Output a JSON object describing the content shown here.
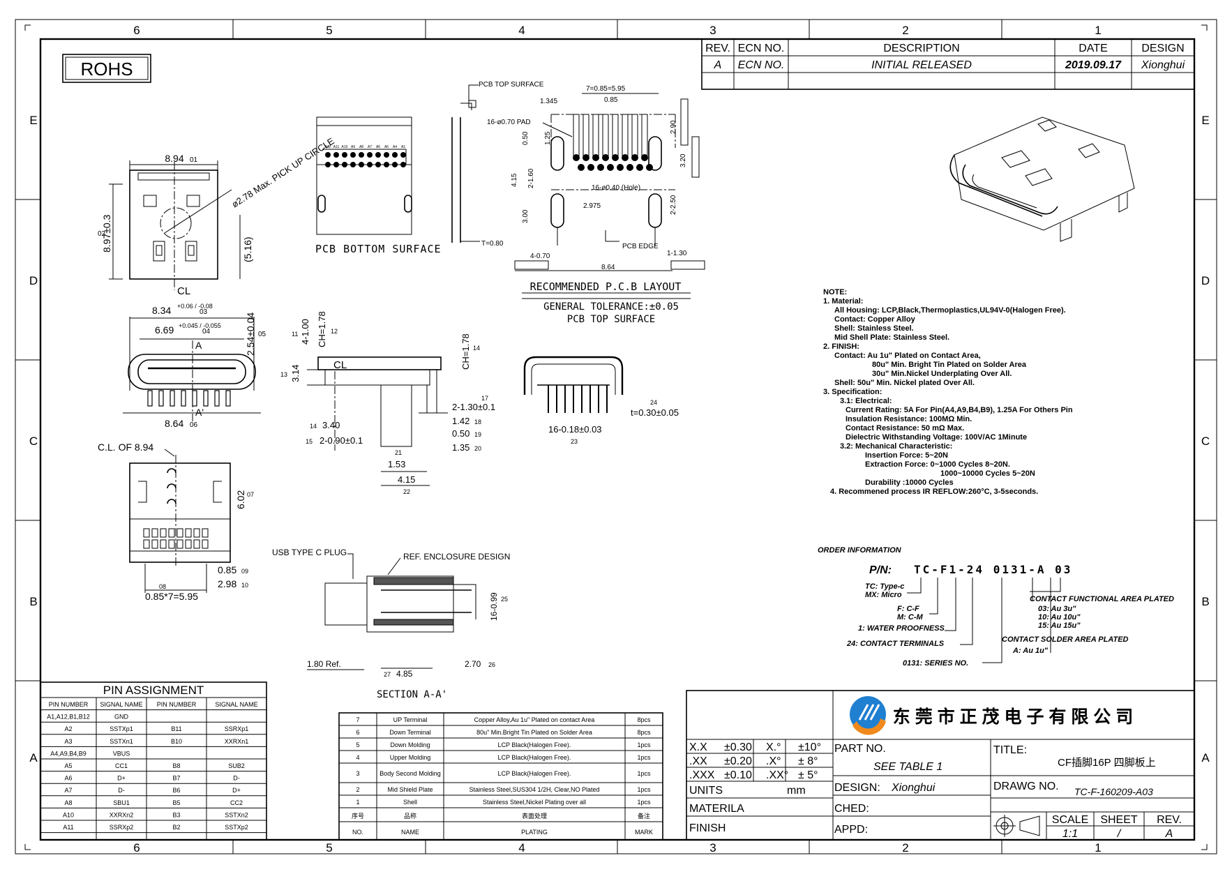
{
  "zones": {
    "columns": [
      "6",
      "5",
      "4",
      "3",
      "2",
      "1"
    ],
    "rows": [
      "E",
      "D",
      "C",
      "B",
      "A"
    ]
  },
  "rohs": "ROHS",
  "revision_table": {
    "headers": [
      "REV.",
      "ECN NO.",
      "DESCRIPTION",
      "DATE",
      "DESIGN"
    ],
    "row": [
      "A",
      "ECN NO.",
      "INITIAL RELEASED",
      "2019.09.17",
      "Xionghui"
    ]
  },
  "views": {
    "top": {
      "width": "8.94",
      "width_ref": "01",
      "height": "8.97±0.3",
      "height_ref": "02",
      "pickup": "ø2.78 Max. PICK UP CIRCLE",
      "ref_516": "(5.16)",
      "centerline": "CL"
    },
    "bottom_surface": {
      "label": "PCB BOTTOM SURFACE",
      "pin_labels": [
        "A12",
        "A11",
        "A10",
        "A9",
        "A8",
        "A7",
        "A6",
        "A5",
        "A4",
        "A1"
      ]
    },
    "pcb_layout": {
      "pcb_top_surface": "PCB TOP SURFACE",
      "dim_pitch": "7=0.85=5.95",
      "dim_085": "0.85",
      "dim_1345": "1.345",
      "pad": "16-ø0.70 PAD",
      "dim_050": "0.50",
      "dim_125": "1.25",
      "dim_415": "4.15",
      "dim_2160": "2-1.60",
      "dim_holes": "16-ø0.40 (Hole)",
      "dim_2975": "2.975",
      "dim_300": "3.00",
      "dim_320": "3.20",
      "dim_290": "2.90",
      "dim_2250": "2-2.50",
      "dim_470": "4-0.70",
      "dim_864": "8.64",
      "dim_130": "1-1.30",
      "pcb_edge": "PCB EDGE",
      "thickness": "T=0.80",
      "title": "RECOMMENDED P.C.B LAYOUT",
      "tolerance": "GENERAL TOLERANCE:±0.05",
      "surface": "PCB TOP SURFACE"
    },
    "front": {
      "w834": "8.34",
      "w834_tol": "+0.06 / -0.08",
      "w834_ref": "03",
      "w669": "6.69",
      "w669_tol": "+0.045 / -0.055",
      "w669_ref": "04",
      "h254": "2.54±0.04",
      "h254_ref": "05",
      "w864": "8.64",
      "w864_ref": "06",
      "section_a": "A",
      "section_a2": "A'"
    },
    "side": {
      "d100": "4-1.00",
      "d100_ref": "11",
      "ch178a": "CH=1.78",
      "ch178a_ref": "12",
      "ch178b": "CH=1.78",
      "ch178b_ref": "14",
      "d314": "3.14",
      "d314_ref": "13",
      "d340": "3.40",
      "d340_ref": "14",
      "d090": "2-0.90±0.1",
      "d090_ref": "15",
      "d130": "2-1.30±0.1",
      "d130_ref": "17",
      "d142": "1.42",
      "d142_ref": "18",
      "d050": "0.50",
      "d050_ref": "19",
      "d135": "1.35",
      "d135_ref": "20",
      "d153": "1.53",
      "d153_ref": "21",
      "d415": "4.15",
      "d415_ref": "22",
      "centerline": "CL"
    },
    "end": {
      "pins": "16-0.18±0.03",
      "pins_ref": "23",
      "thickness": "t=0.30±0.05",
      "thickness_ref": "24"
    },
    "bottom": {
      "cl": "C.L. OF 8.94",
      "h602": "6.02",
      "h602_ref": "07",
      "d085": "0.85",
      "d085_ref": "09",
      "d298": "2.98",
      "d298_ref": "10",
      "pitch": "0.85*7=5.95",
      "pitch_ref": "08"
    },
    "section": {
      "plug": "USB TYPE C PLUG",
      "enclosure": "REF. ENCLOSURE DESIGN",
      "d1699": "16-0.99",
      "d1699_ref": "25",
      "d180": "1.80 Ref.",
      "d485": "4.85",
      "d485_ref": "27",
      "d270": "2.70",
      "d270_ref": "26",
      "title": "SECTION A-A'"
    }
  },
  "notes": [
    "NOTE:",
    "1. Material:",
    "All Housing: LCP,Black,Thermoplastics,UL94V-0(Halogen Free).",
    "Contact: Copper Alloy",
    "Shell: Stainless Steel.",
    "Mid Shell Plate: Stainless Steel.",
    "2. FINISH:",
    "Contact: Au 1u\" Plated on Contact Area,",
    "80u\" Min. Bright Tin Plated on Solder Area",
    "30u\" Min.Nickel Underplating Over All.",
    "Shell: 50u\" Min. Nickel plated Over All.",
    "3. Specification:",
    "3.1: Electrical:",
    "Current Rating: 5A For Pin(A4,A9,B4,B9), 1.25A For Others Pin",
    "Insulation Resistance: 100MΩ Min.",
    "Contact Resistance: 50 mΩ Max.",
    "Dielectric Withstanding Voltage: 100V/AC 1Minute",
    "3.2: Mechanical Characteristic:",
    "Insertion Force: 5~20N",
    "Extraction Force: 0~1000 Cycles 8~20N.",
    "1000~10000 Cycles 5~20N",
    "Durability :10000 Cycles",
    "4. Recommened process IR REFLOW:260°C, 3-5seconds."
  ],
  "order": {
    "title": "ORDER INFORMATION",
    "pn_label": "P/N:",
    "pn": "TC-F1-24 0131-A 03",
    "tc": "TC: Type-c",
    "mx": "MX: Micro",
    "fcf": "F: C-F",
    "mcm": "M: C-M",
    "waterproof": "1: WATER PROOFNESS",
    "contact_terminals": "24: CONTACT TERMINALS",
    "series": "0131: SERIES NO.",
    "functional_title": "CONTACT FUNCTIONAL AREA PLATED",
    "functional_03": "03: Au 3u\"",
    "functional_10": "10: Au 10u\"",
    "functional_15": "15: Au 15u\"",
    "solder_title": "CONTACT SOLDER AREA PLATED",
    "solder_a": "A: Au 1u\""
  },
  "pin_assignment": {
    "title": "PIN ASSIGNMENT",
    "headers": [
      "PIN NUMBER",
      "SIGNAL NAME",
      "PIN NUMBER",
      "SIGNAL NAME"
    ],
    "rows": [
      [
        "A1,A12,B1,B12",
        "GND",
        "",
        ""
      ],
      [
        "A2",
        "SSTXp1",
        "B11",
        "SSRXp1"
      ],
      [
        "A3",
        "SSTXn1",
        "B10",
        "XXRXn1"
      ],
      [
        "A4,A9,B4,B9",
        "VBUS",
        "",
        ""
      ],
      [
        "A5",
        "CC1",
        "B8",
        "SUB2"
      ],
      [
        "A6",
        "D+",
        "B7",
        "D-"
      ],
      [
        "A7",
        "D-",
        "B6",
        "D+"
      ],
      [
        "A8",
        "SBU1",
        "B5",
        "CC2"
      ],
      [
        "A10",
        "XXRXn2",
        "B3",
        "SSTXn2"
      ],
      [
        "A11",
        "SSRXp2",
        "B2",
        "SSTXp2"
      ]
    ]
  },
  "bom": {
    "rows": [
      [
        "7",
        "UP Terminal",
        "Copper Alloy,Au 1u\" Plated on contact Area",
        "8pcs"
      ],
      [
        "6",
        "Down Terminal",
        "80u\" Min.Bright Tin Plated on Solder Area",
        "8pcs"
      ],
      [
        "5",
        "Down Molding",
        "LCP Black(Halogen Free).",
        "1pcs"
      ],
      [
        "4",
        "Upper Molding",
        "LCP Black(Halogen Free).",
        "1pcs"
      ],
      [
        "3",
        "Body Second Molding",
        "LCP Black(Halogen Free).",
        "1pcs"
      ],
      [
        "2",
        "Mid Shield Plate",
        "Stainless Steel,SUS304 1/2H, Clear,NO Plated",
        "1pcs"
      ],
      [
        "1",
        "Shell",
        "Stainless Steel,Nickel Plating over all",
        "1pcs"
      ]
    ],
    "header_cn": [
      "序号",
      "品称",
      "表面处理",
      "备注"
    ],
    "header_en": [
      "NO.",
      "NAME",
      "PLATING",
      "MARK"
    ]
  },
  "title_block": {
    "company": "东 莞 市 正 茂 电 子 有 限 公 司",
    "tolerances": [
      [
        "X.X",
        "±0.30",
        "X.°",
        "±10°"
      ],
      [
        ".XX",
        "±0.20",
        ".X°",
        "± 8°"
      ],
      [
        ".XXX",
        "±0.10",
        ".XX°",
        "± 5°"
      ]
    ],
    "units_label": "UNITS",
    "units": "mm",
    "materila_label": "MATERILA",
    "finish_label": "FINISH",
    "part_no_label": "PART NO.",
    "part_no": "SEE TABLE 1",
    "design_label": "DESIGN:",
    "design": "Xionghui",
    "ched_label": "CHED:",
    "appd_label": "APPD:",
    "title_label": "TITLE:",
    "title": "CF插脚16P 四脚板上",
    "drawg_label": "DRAWG NO.",
    "drawg_no": "TC-F-160209-A03",
    "scale_label": "SCALE",
    "sheet_label": "SHEET",
    "rev_label": "REV.",
    "scale": "1:1",
    "sheet": "/",
    "rev": "A"
  },
  "colors": {
    "line": "#000000",
    "logo_blue": "#1f7fd1",
    "logo_orange": "#f08a1c",
    "paper": "#ffffff"
  }
}
